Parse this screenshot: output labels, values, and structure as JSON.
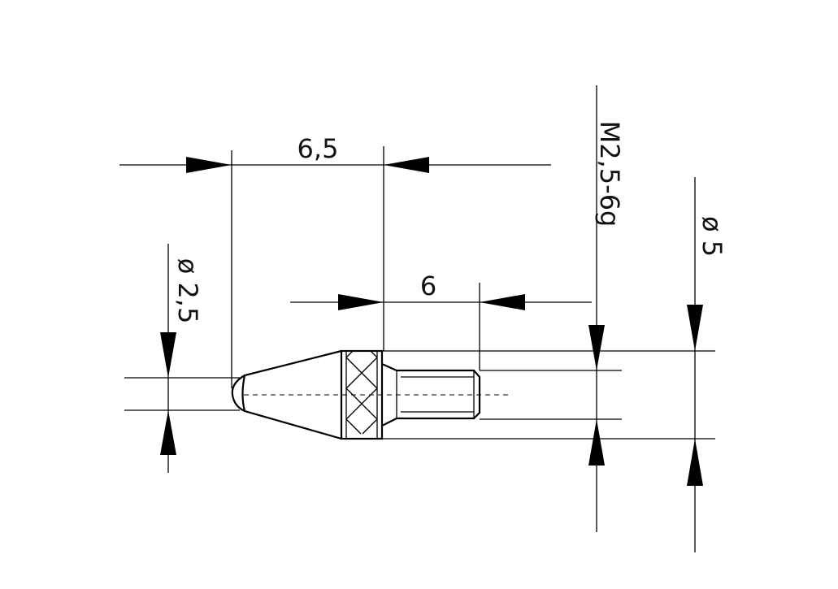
{
  "dimensions": {
    "total_length": "6,5",
    "shank_length": "6",
    "tip_diameter": "ø 2,5",
    "thread": "M2,5-6g",
    "body_diameter": "ø 5"
  },
  "colors": {
    "line": "#000000",
    "background": "#ffffff"
  }
}
